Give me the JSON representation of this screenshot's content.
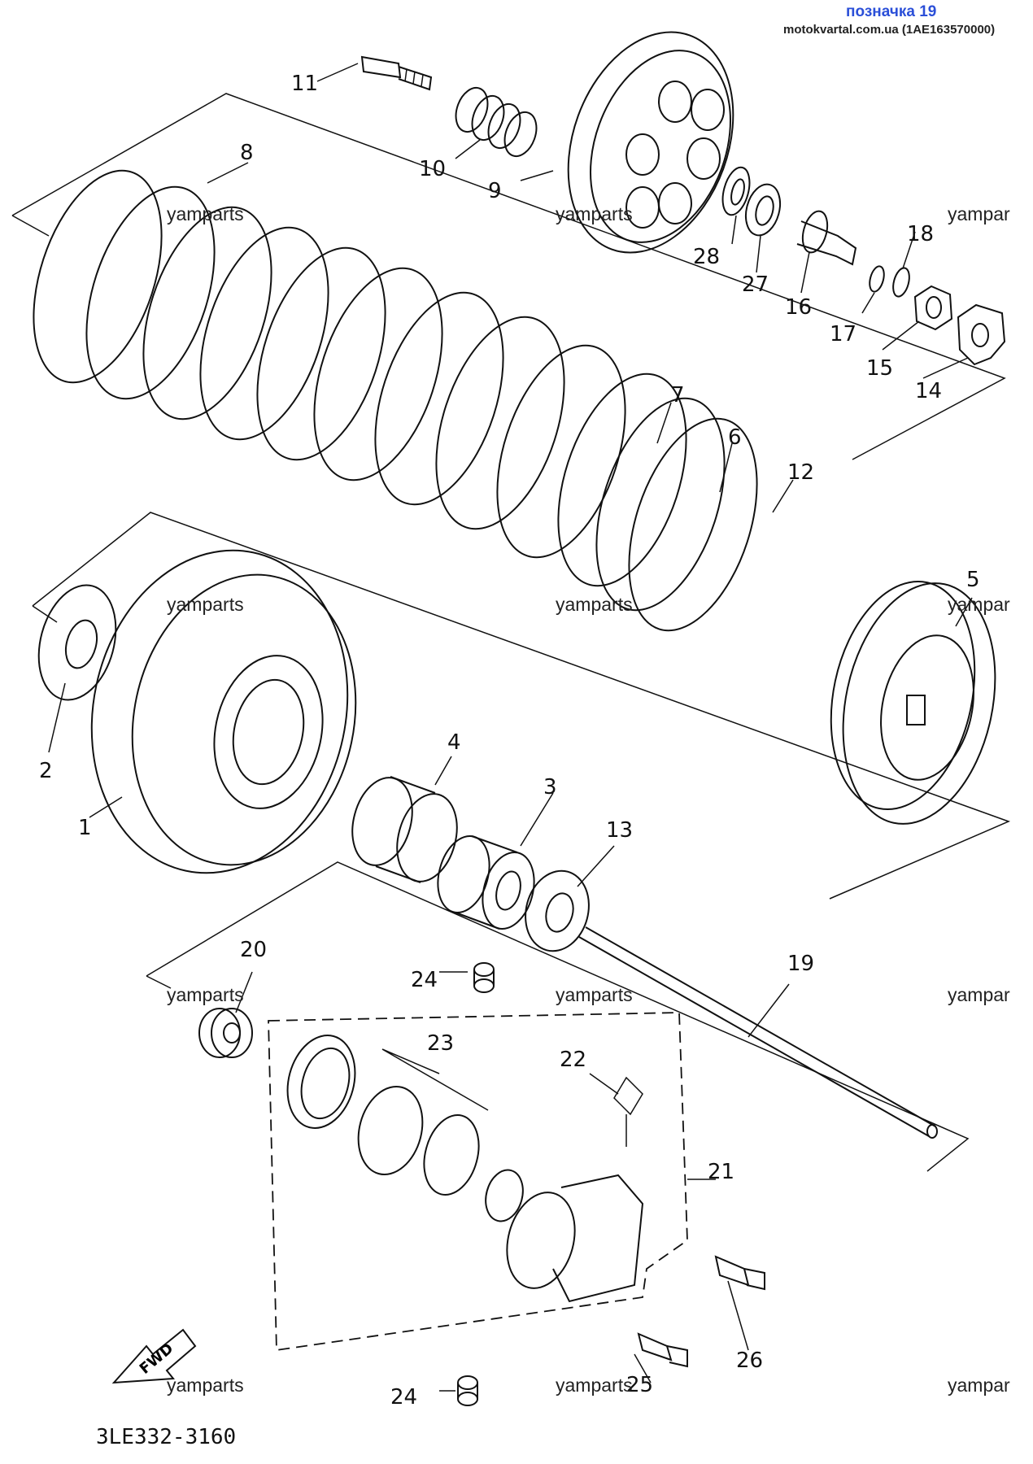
{
  "header": {
    "title": "позначка 19",
    "subtitle": "motokvartal.com.ua (1AE163570000)"
  },
  "watermark_text": "yamparts",
  "watermark_clipped_text": "yampar",
  "part_code": "3LE332-3160",
  "fwd_label": "FWD",
  "callouts": [
    "1",
    "2",
    "3",
    "4",
    "5",
    "6",
    "7",
    "8",
    "9",
    "10",
    "11",
    "12",
    "13",
    "14",
    "15",
    "16",
    "17",
    "18",
    "19",
    "20",
    "21",
    "22",
    "23",
    "24",
    "25",
    "26",
    "27",
    "28",
    "24"
  ]
}
